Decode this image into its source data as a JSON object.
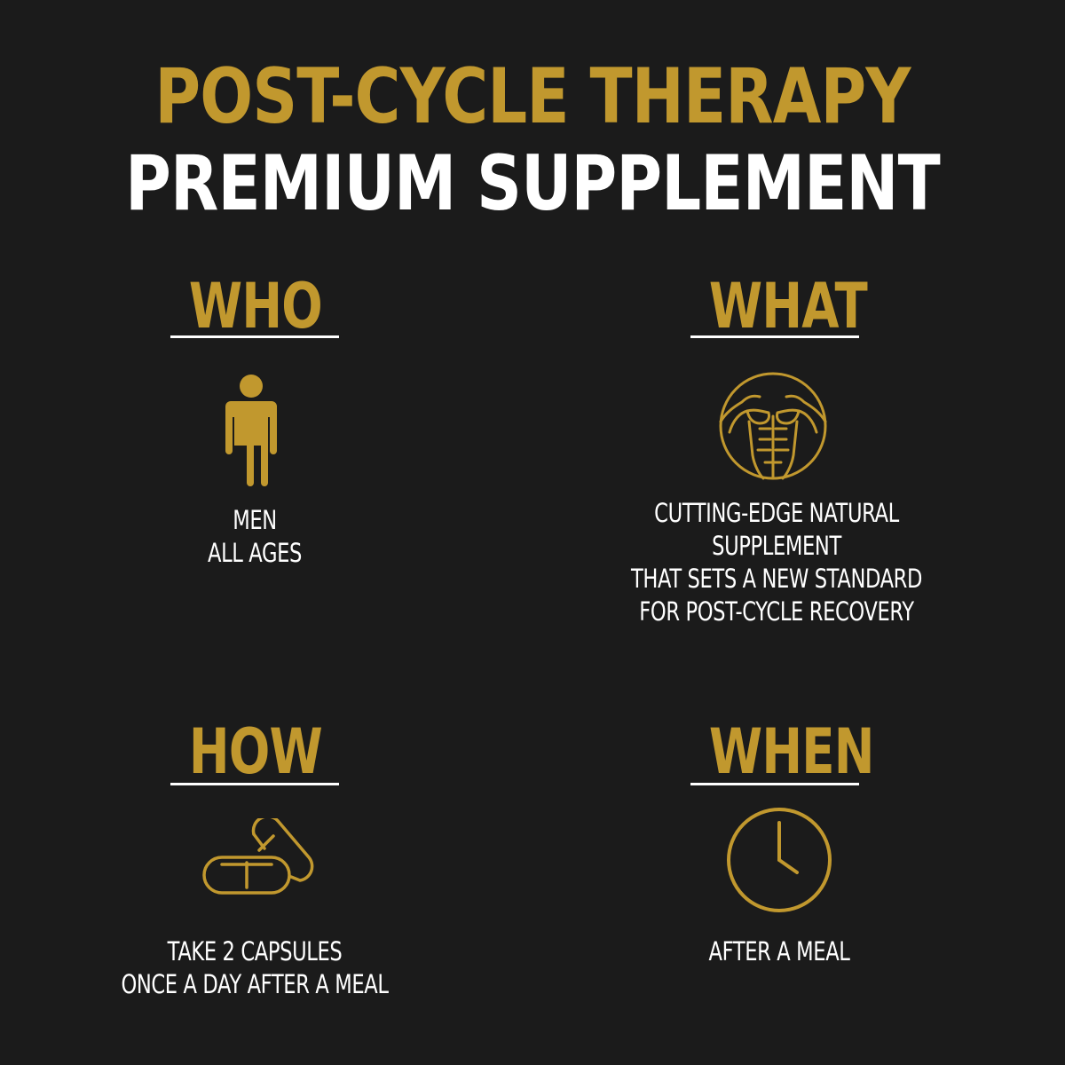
{
  "header": {
    "line1": "POST-CYCLE THERAPY",
    "line2": "PREMIUM SUPPLEMENT"
  },
  "colors": {
    "background": "#1b1b1b",
    "gold": "#c1982e",
    "white": "#ffffff"
  },
  "sections": {
    "who": {
      "heading": "WHO",
      "icon": "person-icon",
      "lines": [
        "MEN",
        "ALL AGES"
      ]
    },
    "what": {
      "heading": "WHAT",
      "icon": "torso-muscle-icon",
      "lines": [
        "CUTTING-EDGE NATURAL SUPPLEMENT",
        "THAT SETS A NEW STANDARD",
        "FOR POST-CYCLE RECOVERY"
      ]
    },
    "how": {
      "heading": "HOW",
      "icon": "capsules-icon",
      "lines": [
        "TAKE 2 CAPSULES",
        "ONCE A DAY AFTER A MEAL"
      ]
    },
    "when": {
      "heading": "WHEN",
      "icon": "clock-icon",
      "lines": [
        "AFTER A MEAL"
      ]
    }
  }
}
